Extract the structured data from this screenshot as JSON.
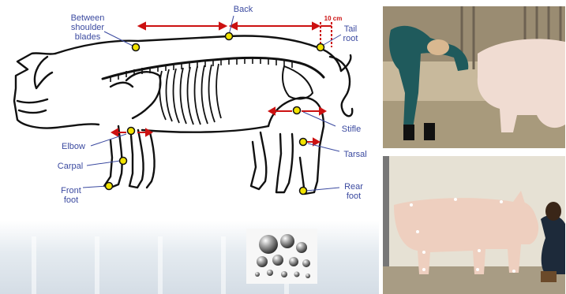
{
  "labels": {
    "between_shoulder_blades": [
      "Between",
      "shoulder",
      "blades"
    ],
    "back": "Back",
    "tail_root": [
      "Tail",
      "root"
    ],
    "ten_cm": "10 cm",
    "stifle": "Stifle",
    "elbow": "Elbow",
    "carpal": "Carpal",
    "tarsal": "Tarsal",
    "front_foot": [
      "Front",
      "foot"
    ],
    "rear_foot": [
      "Rear",
      "foot"
    ]
  },
  "colors": {
    "label_text": "#3b4aa0",
    "measure_arrow": "#cc1111",
    "marker_yellow": "#f2e300",
    "outline": "#111111"
  }
}
